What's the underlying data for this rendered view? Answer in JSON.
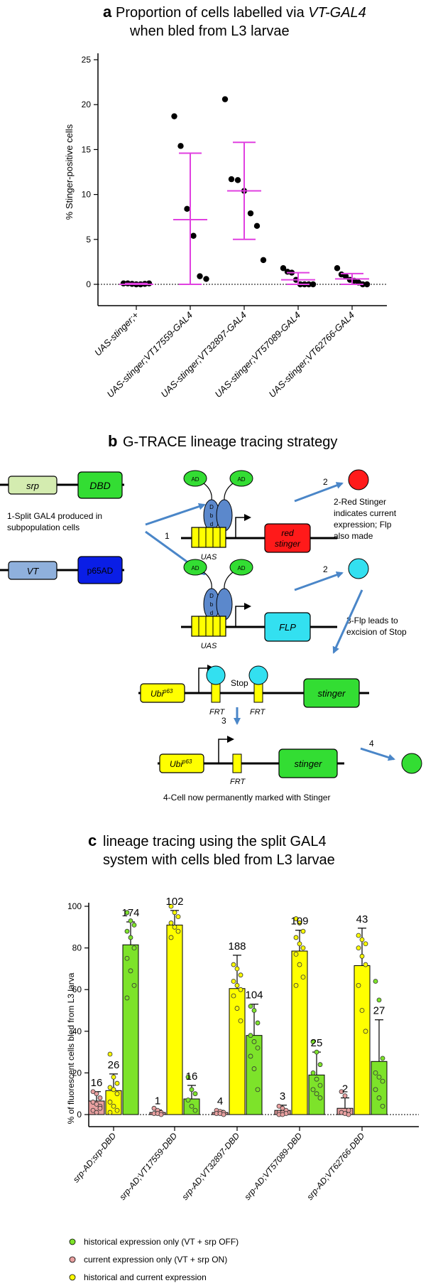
{
  "panel_a": {
    "letter": "a",
    "title_prefix": "Proportion of cells labelled via ",
    "title_italic": "VT-GAL4",
    "title_line2": "when bled from L3 larvae",
    "ylabel": "% Stinger-positive cells",
    "yticks": [
      "0",
      "5",
      "10",
      "15",
      "20",
      "25"
    ],
    "xticks": [
      "UAS-stinger;+",
      "UAS-stinger;VT17559-GAL4",
      "UAS-stinger;VT32897-GAL4",
      "UAS-stinger;VT57089-GAL4",
      "UAS-stinger;VT62766-GAL4"
    ]
  },
  "panel_b": {
    "letter": "b",
    "title": "G-TRACE lineage tracing strategy",
    "srp": "srp",
    "dbd": "DBD",
    "vt": "VT",
    "p65ad": "p65AD",
    "ad": "AD",
    "dbd_letters": "D b d",
    "uas": "UAS",
    "red_stinger_1": "red",
    "red_stinger_2": "stinger",
    "flp": "FLP",
    "ubi": "Ubi",
    "ubi_sup": "p63",
    "stop": "Stop",
    "frt": "FRT",
    "stinger": "stinger",
    "step1": "1",
    "step2": "2",
    "step3": "3",
    "step4": "4",
    "note1_line1": "1-Split GAL4 produced in",
    "note1_line2": "subpopulation cells",
    "note2_line1": "2-Red Stinger",
    "note2_line2": "indicates current",
    "note2_line3": "expression; Flp",
    "note2_line4": "also made",
    "note3_line1": "3-Flp leads to",
    "note3_line2": "excision of Stop",
    "note4": "4-Cell now permanently marked with Stinger"
  },
  "panel_c": {
    "letter": "c",
    "title_line1": "lineage tracing using the split GAL4",
    "title_line2": "system with cells bled from L3 larvae",
    "ylabel": "% of fluorescent cells bled from L3 larva",
    "yticks": [
      "0",
      "20",
      "40",
      "60",
      "80",
      "100"
    ],
    "xticks": [
      "srp-AD;srp-DBD",
      "srp-AD;VT17559-DBD",
      "srp-AD;VT32897-DBD",
      "srp-AD;VT57089-DBD",
      "srp-AD;VT62766-DBD"
    ],
    "legend": [
      "historical expression only (VT + srp OFF)",
      "current expression only (VT + srp ON)",
      "historical and current expression"
    ]
  },
  "colors": {
    "magenta": "#e040e0",
    "yellow": "#ffff00",
    "green": "#7de32a",
    "pink": "#e8a0a0",
    "srp_box": "#d4ecb0",
    "vt_box": "#8fb0dc",
    "dbd_box": "#33dd33",
    "p65ad_box": "#0a1ee6",
    "red_box": "#ff1a1a",
    "cyan": "#33e0f0",
    "arrow": "#4a86c8"
  },
  "chart_data": [
    {
      "type": "scatter",
      "title": "Proportion of cells labelled via VT-GAL4 when bled from L3 larvae",
      "ylabel": "% Stinger-positive cells",
      "ylim": [
        0,
        25
      ],
      "categories": [
        "UAS-stinger;+",
        "UAS-stinger;VT17559-GAL4",
        "UAS-stinger;VT32897-GAL4",
        "UAS-stinger;VT57089-GAL4",
        "UAS-stinger;VT62766-GAL4"
      ],
      "groups": [
        {
          "points": [
            0.1,
            0.1,
            0.05,
            0.0,
            0.0,
            0.05,
            0.1
          ],
          "mean": 0.0,
          "sd": 0.1
        },
        {
          "points": [
            18.7,
            15.4,
            8.4,
            5.4,
            0.9,
            0.6
          ],
          "mean": 7.2,
          "sd": 7.4
        },
        {
          "points": [
            20.6,
            11.7,
            11.6,
            10.4,
            7.9,
            6.5,
            2.7
          ],
          "mean": 10.4,
          "sd": 5.4
        },
        {
          "points": [
            1.8,
            1.4,
            1.3,
            0.5,
            0.0,
            0.0,
            0.0,
            0.0
          ],
          "mean": 0.5,
          "sd": 0.8
        },
        {
          "points": [
            1.8,
            1.1,
            0.9,
            0.5,
            0.4,
            0.2,
            0.0,
            0.0
          ],
          "mean": 0.6,
          "sd": 0.6
        }
      ]
    },
    {
      "type": "bar",
      "title": "lineage tracing using the split GAL4 system with cells bled from L3 larvae",
      "ylabel": "% of fluorescent cells bled from L3 larva",
      "ylim": [
        0,
        100
      ],
      "categories": [
        "srp-AD;srp-DBD",
        "srp-AD;VT17559-DBD",
        "srp-AD;VT32897-DBD",
        "srp-AD;VT57089-DBD",
        "srp-AD;VT62766-DBD"
      ],
      "series": [
        {
          "name": "current expression only (VT + srp ON)",
          "color": "#e8a0a0",
          "values": [
            6.5,
            1.0,
            1.0,
            2.0,
            3.0
          ],
          "sd": [
            4.5,
            1.2,
            1.0,
            2.5,
            5.0
          ],
          "counts": [
            "16",
            "1",
            "4",
            "3",
            "2"
          ],
          "points": [
            [
              11,
              10,
              8,
              6,
              5,
              4,
              2,
              1,
              3
            ],
            [
              3,
              2,
              1,
              0.5,
              0.5,
              0
            ],
            [
              2,
              1.5,
              1,
              0.5,
              0.5,
              0
            ],
            [
              4,
              3,
              2,
              1,
              1,
              0.5,
              0,
              0
            ],
            [
              11,
              9,
              2,
              1,
              0.5,
              0
            ]
          ]
        },
        {
          "name": "historical and current expression",
          "color": "#ffff00",
          "values": [
            11.5,
            91.0,
            60.5,
            78.5,
            71.5
          ],
          "sd": [
            8.0,
            7.0,
            16.0,
            10.0,
            18.0
          ],
          "counts": [
            "26",
            "102",
            "188",
            "109",
            "43"
          ],
          "points": [
            [
              29,
              18,
              15,
              13,
              12,
              10,
              6,
              4,
              2,
              1
            ],
            [
              100,
              97,
              95,
              92,
              90,
              88,
              85
            ],
            [
              72,
              70,
              67,
              64,
              62,
              60,
              57,
              51,
              45
            ],
            [
              94,
              92,
              88,
              85,
              82,
              80,
              77,
              72,
              66,
              62
            ],
            [
              86,
              84,
              82,
              80,
              76,
              72,
              62,
              50,
              40
            ]
          ]
        },
        {
          "name": "historical expression only (VT + srp OFF)",
          "color": "#7de32a",
          "values": [
            81.5,
            7.5,
            38.0,
            19.0,
            25.5
          ],
          "sd": [
            11.0,
            6.5,
            15.0,
            11.0,
            20.0
          ],
          "counts": [
            "174",
            "16",
            "104",
            "25",
            "27"
          ],
          "points": [
            [
              97,
              93,
              91,
              88,
              85,
              80,
              75,
              69,
              62,
              56
            ],
            [
              18,
              12,
              10,
              7,
              4,
              2
            ],
            [
              52,
              50,
              44,
              38,
              35,
              32,
              28,
              22,
              12
            ],
            [
              35,
              30,
              24,
              20,
              17,
              14,
              12,
              10,
              8
            ],
            [
              64,
              55,
              27,
              20,
              18,
              16,
              12,
              8,
              4
            ]
          ]
        }
      ]
    }
  ]
}
